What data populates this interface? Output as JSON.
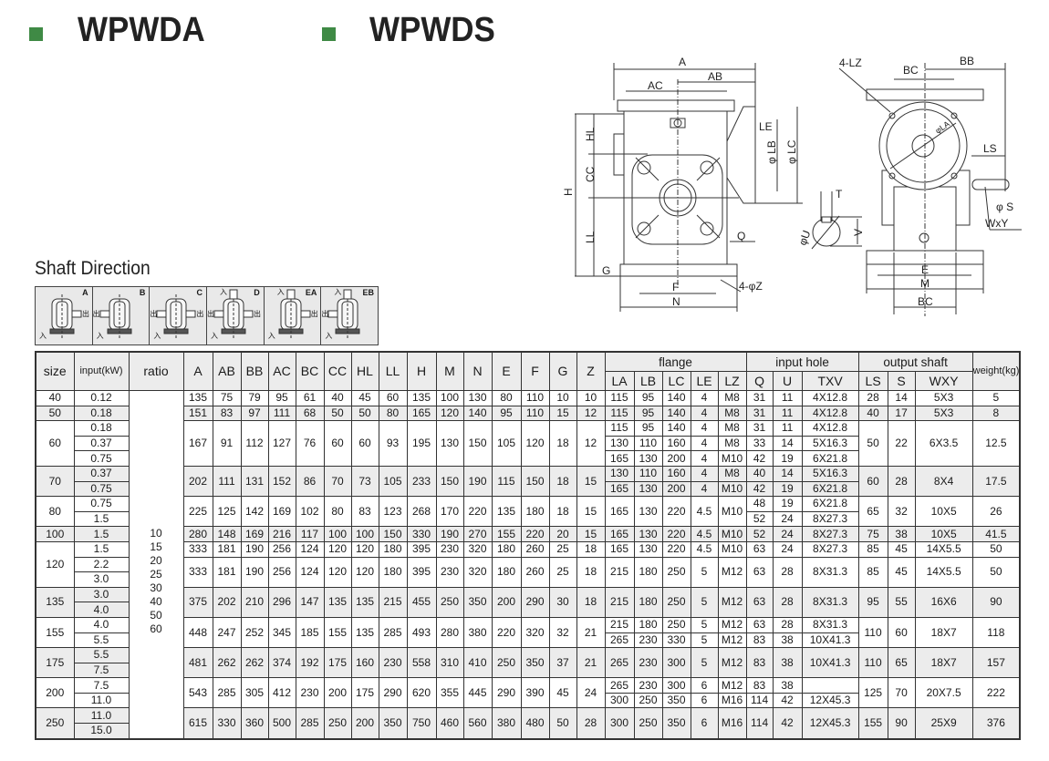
{
  "header": {
    "model_left": "WPWDA",
    "model_right": "WPWDS",
    "accent": "#3f8a45"
  },
  "shaft_direction": {
    "title": "Shaft Direction",
    "panels": [
      "A",
      "B",
      "C",
      "D",
      "EA",
      "EB"
    ],
    "in_glyph": "入",
    "out_glyph": "出"
  },
  "drawing": {
    "front": {
      "A": "A",
      "AB": "AB",
      "AC": "AC",
      "H": "H",
      "HL": "HL",
      "CC": "CC",
      "LL": "LL",
      "G": "G",
      "F": "F",
      "N": "N",
      "Z": "4-φZ",
      "LE": "LE",
      "LB": "φ LB",
      "LC": "φ LC",
      "Q": "Q"
    },
    "key": {
      "T": "T",
      "U": "φU",
      "V": "V"
    },
    "side": {
      "LZ": "4-LZ",
      "BC_top": "BC",
      "BB": "BB",
      "LA": "φLA",
      "LS": "LS",
      "S": "φ S",
      "WXY": "WxY",
      "E": "E",
      "M": "M",
      "BC_bottom": "BC"
    }
  },
  "table": {
    "head_main": [
      "size",
      "input(kW)",
      "ratio",
      "A",
      "AB",
      "BB",
      "AC",
      "BC",
      "CC",
      "HL",
      "LL",
      "H",
      "M",
      "N",
      "E",
      "F",
      "G",
      "Z"
    ],
    "groups": [
      {
        "label": "flange",
        "cols": [
          "LA",
          "LB",
          "LC",
          "LE",
          "LZ"
        ]
      },
      {
        "label": "input  hole",
        "cols": [
          "Q",
          "U",
          "TXV"
        ]
      },
      {
        "label": "output  shaft",
        "cols": [
          "LS",
          "S",
          "WXY"
        ]
      }
    ],
    "weight": "weight(kg)",
    "ratios": [
      "10",
      "15",
      "20",
      "25",
      "30",
      "40",
      "50",
      "60"
    ],
    "rows": [
      {
        "size": "40",
        "inputs": [
          "0.12"
        ],
        "dims": [
          {
            "span": 1,
            "v": [
              "135",
              "75",
              "79",
              "95",
              "61",
              "40",
              "45",
              "60",
              "135",
              "100",
              "130",
              "80",
              "110",
              "10",
              "10"
            ]
          }
        ],
        "flange": [
          {
            "span": 1,
            "v": [
              "115",
              "95",
              "140",
              "4",
              "M8"
            ]
          }
        ],
        "hole": [
          {
            "span": 1,
            "v": [
              "31",
              "11",
              "4X12.8"
            ]
          }
        ],
        "out": [
          {
            "span": 1,
            "v": [
              "28",
              "14",
              "5X3",
              "5"
            ]
          }
        ]
      },
      {
        "size": "50",
        "inputs": [
          "0.18"
        ],
        "dims": [
          {
            "span": 1,
            "v": [
              "151",
              "83",
              "97",
              "111",
              "68",
              "50",
              "50",
              "80",
              "165",
              "120",
              "140",
              "95",
              "110",
              "15",
              "12"
            ]
          }
        ],
        "flange": [
          {
            "span": 1,
            "v": [
              "115",
              "95",
              "140",
              "4",
              "M8"
            ]
          }
        ],
        "hole": [
          {
            "span": 1,
            "v": [
              "31",
              "11",
              "4X12.8"
            ]
          }
        ],
        "out": [
          {
            "span": 1,
            "v": [
              "40",
              "17",
              "5X3",
              "8"
            ]
          }
        ]
      },
      {
        "size": "60",
        "inputs": [
          "0.18",
          "0.37",
          "0.75"
        ],
        "dims": [
          {
            "span": 3,
            "v": [
              "167",
              "91",
              "112",
              "127",
              "76",
              "60",
              "60",
              "93",
              "195",
              "130",
              "150",
              "105",
              "120",
              "18",
              "12"
            ]
          }
        ],
        "flange": [
          {
            "span": 1,
            "v": [
              "115",
              "95",
              "140",
              "4",
              "M8"
            ]
          },
          {
            "span": 1,
            "v": [
              "130",
              "110",
              "160",
              "4",
              "M8"
            ]
          },
          {
            "span": 1,
            "v": [
              "165",
              "130",
              "200",
              "4",
              "M10"
            ]
          }
        ],
        "hole": [
          {
            "span": 1,
            "v": [
              "31",
              "11",
              "4X12.8"
            ]
          },
          {
            "span": 1,
            "v": [
              "33",
              "14",
              "5X16.3"
            ]
          },
          {
            "span": 1,
            "v": [
              "42",
              "19",
              "6X21.8"
            ]
          }
        ],
        "out": [
          {
            "span": 3,
            "v": [
              "50",
              "22",
              "6X3.5",
              "12.5"
            ]
          }
        ]
      },
      {
        "size": "70",
        "inputs": [
          "0.37",
          "0.75"
        ],
        "dims": [
          {
            "span": 2,
            "v": [
              "202",
              "111",
              "131",
              "152",
              "86",
              "70",
              "73",
              "105",
              "233",
              "150",
              "190",
              "115",
              "150",
              "18",
              "15"
            ]
          }
        ],
        "flange": [
          {
            "span": 1,
            "v": [
              "130",
              "110",
              "160",
              "4",
              "M8"
            ]
          },
          {
            "span": 1,
            "v": [
              "165",
              "130",
              "200",
              "4",
              "M10"
            ]
          }
        ],
        "hole": [
          {
            "span": 1,
            "v": [
              "40",
              "14",
              "5X16.3"
            ]
          },
          {
            "span": 1,
            "v": [
              "42",
              "19",
              "6X21.8"
            ]
          }
        ],
        "out": [
          {
            "span": 2,
            "v": [
              "60",
              "28",
              "8X4",
              "17.5"
            ]
          }
        ]
      },
      {
        "size": "80",
        "inputs": [
          "0.75",
          "1.5"
        ],
        "dims": [
          {
            "span": 2,
            "v": [
              "225",
              "125",
              "142",
              "169",
              "102",
              "80",
              "83",
              "123",
              "268",
              "170",
              "220",
              "135",
              "180",
              "18",
              "15"
            ]
          }
        ],
        "flange": [
          {
            "span": 2,
            "v": [
              "165",
              "130",
              "220",
              "4.5",
              "M10"
            ]
          }
        ],
        "hole": [
          {
            "span": 1,
            "v": [
              "48",
              "19",
              "6X21.8"
            ]
          },
          {
            "span": 1,
            "v": [
              "52",
              "24",
              "8X27.3"
            ]
          }
        ],
        "out": [
          {
            "span": 2,
            "v": [
              "65",
              "32",
              "10X5",
              "26"
            ]
          }
        ]
      },
      {
        "size": "100",
        "inputs": [
          "1.5"
        ],
        "dims": [
          {
            "span": 1,
            "v": [
              "280",
              "148",
              "169",
              "216",
              "117",
              "100",
              "100",
              "150",
              "330",
              "190",
              "270",
              "155",
              "220",
              "20",
              "15"
            ]
          }
        ],
        "flange": [
          {
            "span": 1,
            "v": [
              "165",
              "130",
              "220",
              "4.5",
              "M10"
            ]
          }
        ],
        "hole": [
          {
            "span": 1,
            "v": [
              "52",
              "24",
              "8X27.3"
            ]
          }
        ],
        "out": [
          {
            "span": 1,
            "v": [
              "75",
              "38",
              "10X5",
              "41.5"
            ]
          }
        ]
      },
      {
        "size": "120",
        "inputs": [
          "1.5",
          "2.2",
          "3.0"
        ],
        "dims": [
          {
            "span": 1,
            "v": [
              "333",
              "181",
              "190",
              "256",
              "124",
              "120",
              "120",
              "180",
              "395",
              "230",
              "320",
              "180",
              "260",
              "25",
              "18"
            ]
          },
          {
            "span": 2,
            "v": [
              "333",
              "181",
              "190",
              "256",
              "124",
              "120",
              "120",
              "180",
              "395",
              "230",
              "320",
              "180",
              "260",
              "25",
              "18"
            ]
          }
        ],
        "flange": [
          {
            "span": 1,
            "v": [
              "165",
              "130",
              "220",
              "4.5",
              "M10"
            ]
          },
          {
            "span": 2,
            "v": [
              "215",
              "180",
              "250",
              "5",
              "M12"
            ]
          }
        ],
        "hole": [
          {
            "span": 1,
            "v": [
              "63",
              "24",
              "8X27.3"
            ]
          },
          {
            "span": 2,
            "v": [
              "63",
              "28",
              "8X31.3"
            ]
          }
        ],
        "out": [
          {
            "span": 1,
            "v": [
              "85",
              "45",
              "14X5.5",
              "50"
            ]
          },
          {
            "span": 2,
            "v": [
              "85",
              "45",
              "14X5.5",
              "50"
            ]
          }
        ]
      },
      {
        "size": "135",
        "inputs": [
          "3.0",
          "4.0"
        ],
        "dims": [
          {
            "span": 2,
            "v": [
              "375",
              "202",
              "210",
              "296",
              "147",
              "135",
              "135",
              "215",
              "455",
              "250",
              "350",
              "200",
              "290",
              "30",
              "18"
            ]
          }
        ],
        "flange": [
          {
            "span": 2,
            "v": [
              "215",
              "180",
              "250",
              "5",
              "M12"
            ]
          }
        ],
        "hole": [
          {
            "span": 2,
            "v": [
              "63",
              "28",
              "8X31.3"
            ]
          }
        ],
        "out": [
          {
            "span": 2,
            "v": [
              "95",
              "55",
              "16X6",
              "90"
            ]
          }
        ]
      },
      {
        "size": "155",
        "inputs": [
          "4.0",
          "5.5"
        ],
        "dims": [
          {
            "span": 2,
            "v": [
              "448",
              "247",
              "252",
              "345",
              "185",
              "155",
              "135",
              "285",
              "493",
              "280",
              "380",
              "220",
              "320",
              "32",
              "21"
            ]
          }
        ],
        "flange": [
          {
            "span": 1,
            "v": [
              "215",
              "180",
              "250",
              "5",
              "M12"
            ]
          },
          {
            "span": 1,
            "v": [
              "265",
              "230",
              "330",
              "5",
              "M12"
            ]
          }
        ],
        "hole": [
          {
            "span": 1,
            "v": [
              "63",
              "28",
              "8X31.3"
            ]
          },
          {
            "span": 1,
            "v": [
              "83",
              "38",
              "10X41.3"
            ]
          }
        ],
        "out": [
          {
            "span": 2,
            "v": [
              "110",
              "60",
              "18X7",
              "118"
            ]
          }
        ]
      },
      {
        "size": "175",
        "inputs": [
          "5.5",
          "7.5"
        ],
        "dims": [
          {
            "span": 2,
            "v": [
              "481",
              "262",
              "262",
              "374",
              "192",
              "175",
              "160",
              "230",
              "558",
              "310",
              "410",
              "250",
              "350",
              "37",
              "21"
            ]
          }
        ],
        "flange": [
          {
            "span": 2,
            "v": [
              "265",
              "230",
              "300",
              "5",
              "M12"
            ]
          }
        ],
        "hole": [
          {
            "span": 2,
            "v": [
              "83",
              "38",
              "10X41.3"
            ]
          }
        ],
        "out": [
          {
            "span": 2,
            "v": [
              "110",
              "65",
              "18X7",
              "157"
            ]
          }
        ]
      },
      {
        "size": "200",
        "inputs": [
          "7.5",
          "11.0"
        ],
        "dims": [
          {
            "span": 2,
            "v": [
              "543",
              "285",
              "305",
              "412",
              "230",
              "200",
              "175",
              "290",
              "620",
              "355",
              "445",
              "290",
              "390",
              "45",
              "24"
            ]
          }
        ],
        "flange": [
          {
            "span": 1,
            "v": [
              "265",
              "230",
              "300",
              "6",
              "M12"
            ]
          },
          {
            "span": 1,
            "v": [
              "300",
              "250",
              "350",
              "6",
              "M16"
            ]
          }
        ],
        "hole": [
          {
            "span": 1,
            "v": [
              "83",
              "38",
              ""
            ]
          },
          {
            "span": 1,
            "v": [
              "114",
              "42",
              "12X45.3"
            ]
          }
        ],
        "out": [
          {
            "span": 2,
            "v": [
              "125",
              "70",
              "20X7.5",
              "222"
            ]
          }
        ]
      },
      {
        "size": "250",
        "inputs": [
          "11.0",
          "15.0"
        ],
        "dims": [
          {
            "span": 2,
            "v": [
              "615",
              "330",
              "360",
              "500",
              "285",
              "250",
              "200",
              "350",
              "750",
              "460",
              "560",
              "380",
              "480",
              "50",
              "28"
            ]
          }
        ],
        "flange": [
          {
            "span": 2,
            "v": [
              "300",
              "250",
              "350",
              "6",
              "M16"
            ]
          }
        ],
        "hole": [
          {
            "span": 2,
            "v": [
              "114",
              "42",
              "12X45.3"
            ]
          }
        ],
        "out": [
          {
            "span": 2,
            "v": [
              "155",
              "90",
              "25X9",
              "376"
            ]
          }
        ]
      }
    ]
  }
}
